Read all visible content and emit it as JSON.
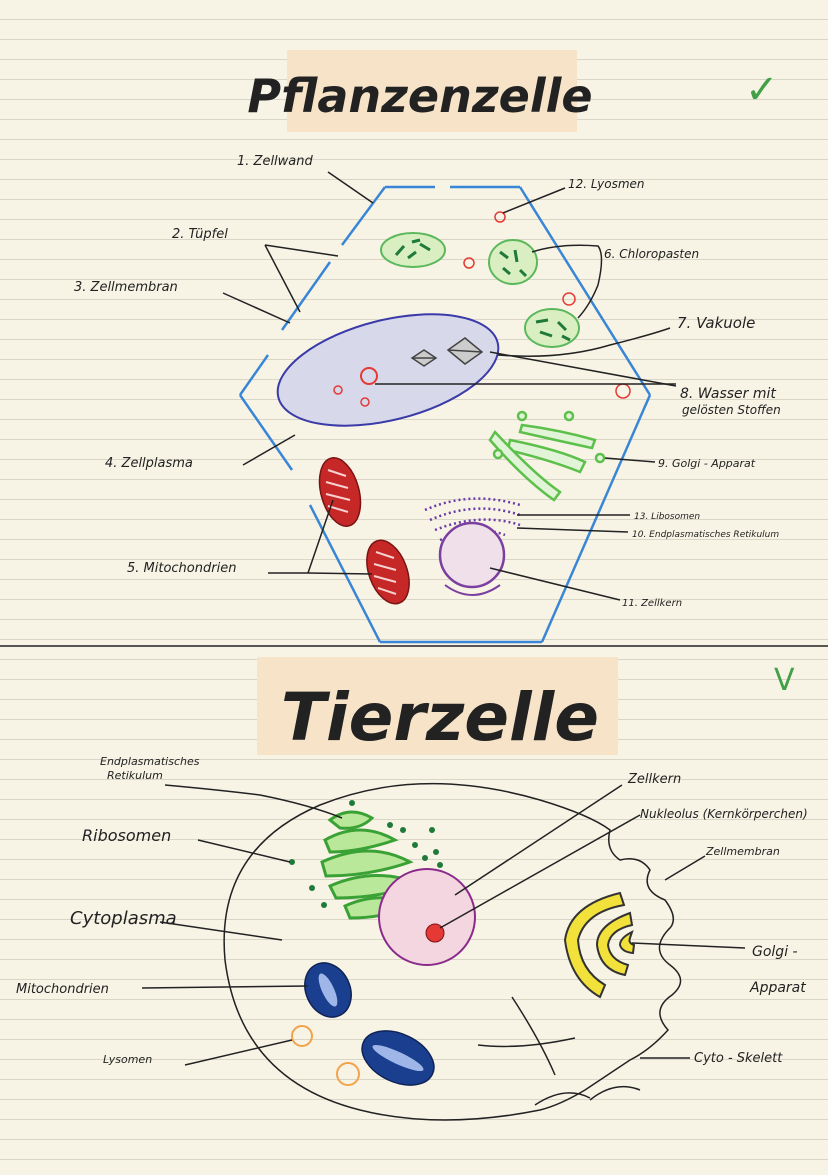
{
  "plant": {
    "title": "Pflanzenzelle",
    "check": "✓",
    "labels": {
      "l1": "1. Zellwand",
      "l2": "2. Tüpfel",
      "l3": "3. Zellmembran",
      "l4": "4. Zellplasma",
      "l5": "5. Mitochondrien",
      "l6": "6. Chloropasten",
      "l7": "7. Vakuole",
      "l8a": "8. Wasser mit",
      "l8b": "gelösten Stoffen",
      "l9": "9. Golgi - Apparat",
      "l10": "10. Endplasmatisches Retikulum",
      "l11": "11. Zellkern",
      "l12": "12. Lyosmen",
      "l13": "13. Libosomen"
    }
  },
  "animal": {
    "title": "Tierzelle",
    "check": "V",
    "labels": {
      "er_a": "Endplasmatisches",
      "er_b": "Retikulum",
      "ribosomen": "Ribosomen",
      "cytoplasma": "Cytoplasma",
      "mitochondrien": "Mitochondrien",
      "lysomen": "Lysomen",
      "zellkern": "Zellkern",
      "nukleolus": "Nukleolus (Kernkörperchen)",
      "zellmembran": "Zellmembran",
      "golgi_a": "Golgi -",
      "golgi_b": "Apparat",
      "cytoskelett": "Cyto - Skelett"
    }
  },
  "colors": {
    "title_bg": "#f7e3c8",
    "wall": "#3a86d6",
    "vacuole_fill": "#d7d8ea",
    "vacuole_stroke": "#3a3aa8",
    "chloro_fill": "#d9efc1",
    "chloro_stroke": "#5cb85c",
    "mito": "#c62828",
    "lysosome": "#e53935",
    "nucleus_fill": "#efe0ea",
    "nucleus_stroke": "#7b3fa0",
    "er": "#6a3aa8",
    "golgi_green": "#6ad14f",
    "golgi_yellow": "#f2e13a",
    "mito_blue": "#1b3f8f",
    "lyso_orange": "#f3a24a"
  }
}
